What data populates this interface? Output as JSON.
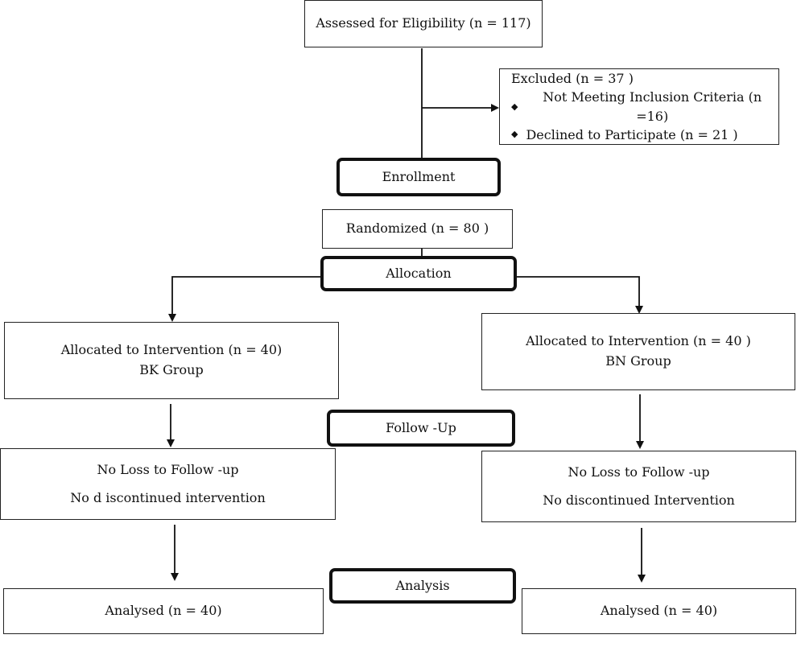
{
  "eligibility": "Assessed for Eligibility (n = 117)",
  "excluded": {
    "title": "Excluded (n   = 37 )",
    "items": [
      "Not Meeting Inclusion Criteria (n =16)",
      "Declined  to Participate (n = 21 )"
    ]
  },
  "stages": {
    "enrollment": "Enrollment",
    "allocation": "Allocation",
    "followup": "Follow -Up",
    "analysis": "Analysis"
  },
  "randomized": "Randomized (n = 80 )",
  "left": {
    "allocated": "Allocated to Intervention (n = 40)",
    "group": "BK Group",
    "followup_line1": "No Loss to Follow -up",
    "followup_line2": "No d iscontinued intervention",
    "analysed": "Analysed  (n = 40)"
  },
  "right": {
    "allocated": "Allocated to Intervention (n = 40 )",
    "group": "BN Group",
    "followup_line1": "No Loss to Follow -up",
    "followup_line2": "No discontinued Intervention",
    "analysed": "Analysed  (n = 40)"
  },
  "bullet_icon": "diamond-bullet-icon"
}
